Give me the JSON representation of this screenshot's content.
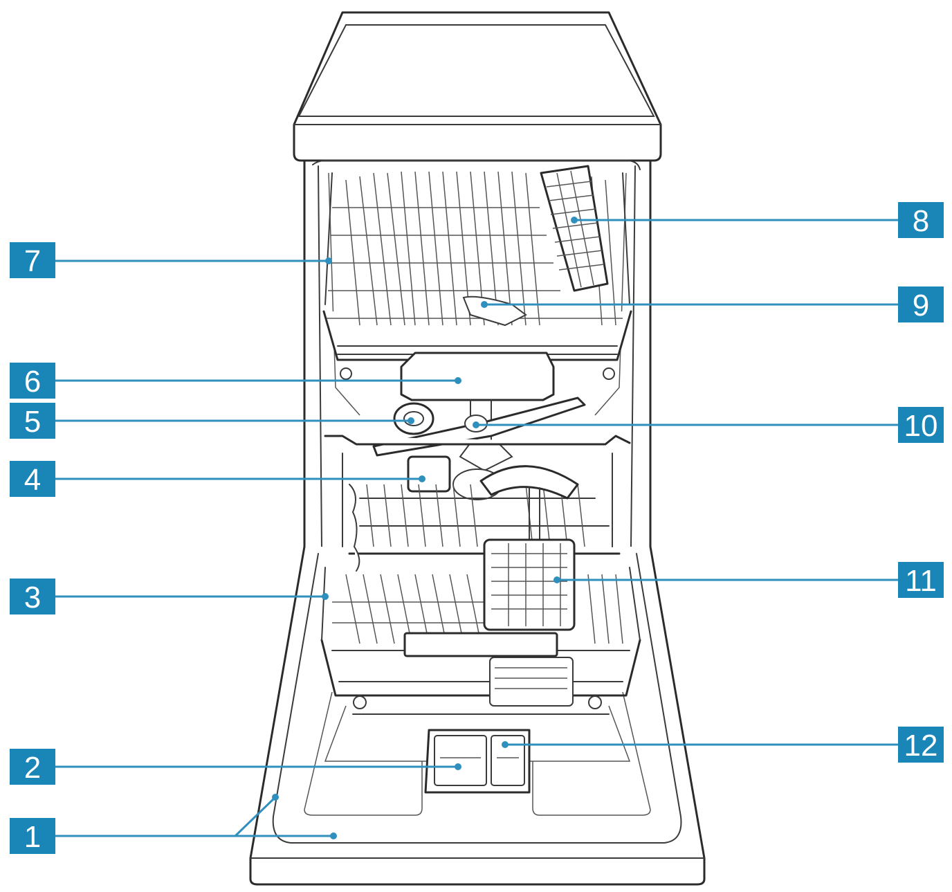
{
  "accent_color": "#1a86b8",
  "line_color": "#2f8fbd",
  "labels": [
    {
      "id": "1",
      "text": "1"
    },
    {
      "id": "2",
      "text": "2"
    },
    {
      "id": "3",
      "text": "3"
    },
    {
      "id": "4",
      "text": "4"
    },
    {
      "id": "5",
      "text": "5"
    },
    {
      "id": "6",
      "text": "6"
    },
    {
      "id": "7",
      "text": "7"
    },
    {
      "id": "8",
      "text": "8"
    },
    {
      "id": "9",
      "text": "9"
    },
    {
      "id": "10",
      "text": "10"
    },
    {
      "id": "11",
      "text": "11"
    },
    {
      "id": "12",
      "text": "12"
    }
  ]
}
